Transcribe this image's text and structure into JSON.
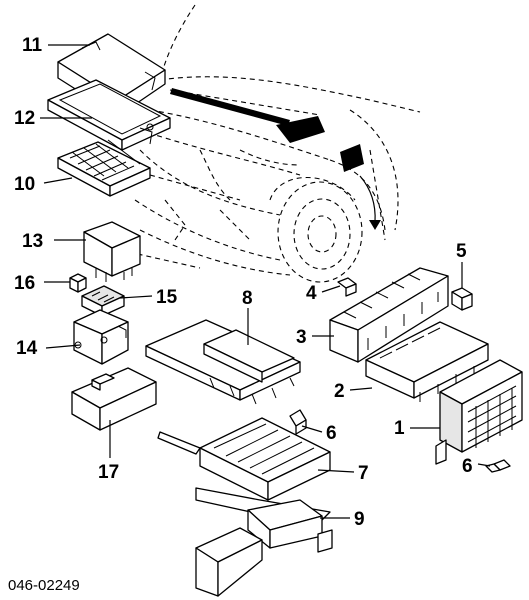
{
  "diagram": {
    "reference_number": "046-02249",
    "callouts": [
      {
        "id": "c11",
        "label": "11"
      },
      {
        "id": "c12",
        "label": "12"
      },
      {
        "id": "c10",
        "label": "10"
      },
      {
        "id": "c13",
        "label": "13"
      },
      {
        "id": "c16",
        "label": "16"
      },
      {
        "id": "c15",
        "label": "15"
      },
      {
        "id": "c14",
        "label": "14"
      },
      {
        "id": "c17",
        "label": "17"
      },
      {
        "id": "c8",
        "label": "8"
      },
      {
        "id": "c4",
        "label": "4"
      },
      {
        "id": "c5",
        "label": "5"
      },
      {
        "id": "c3",
        "label": "3"
      },
      {
        "id": "c2",
        "label": "2"
      },
      {
        "id": "c1",
        "label": "1"
      },
      {
        "id": "c6a",
        "label": "6"
      },
      {
        "id": "c6b",
        "label": "6"
      },
      {
        "id": "c7",
        "label": "7"
      },
      {
        "id": "c9",
        "label": "9"
      }
    ]
  }
}
